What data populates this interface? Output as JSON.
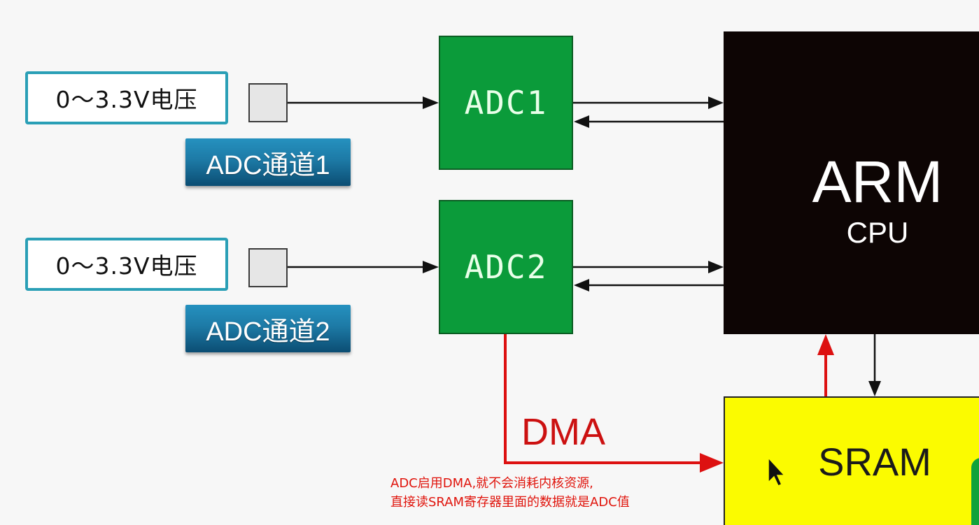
{
  "sources": [
    {
      "voltage_label": "0～3.3V电压",
      "channel_label": "ADC通道1"
    },
    {
      "voltage_label": "0～3.3V电压",
      "channel_label": "ADC通道2"
    }
  ],
  "adcs": [
    {
      "label": "ADC1"
    },
    {
      "label": "ADC2"
    }
  ],
  "cpu": {
    "title": "ARM",
    "subtitle": "CPU"
  },
  "memory": {
    "label": "SRAM"
  },
  "dma": {
    "label": "DMA"
  },
  "note": {
    "line1": "ADC启用DMA,就不会消耗内核资源,",
    "line2": "直接读SRAM寄存器里面的数据就是ADC值"
  },
  "colors": {
    "adc_block": "#0b9b3a",
    "cpu_block": "#0d0504",
    "sram_block": "#fbfb00",
    "dma_path": "#dd1111",
    "channel_label": "#1d7aa6",
    "voltage_border": "#2a9fb6"
  }
}
